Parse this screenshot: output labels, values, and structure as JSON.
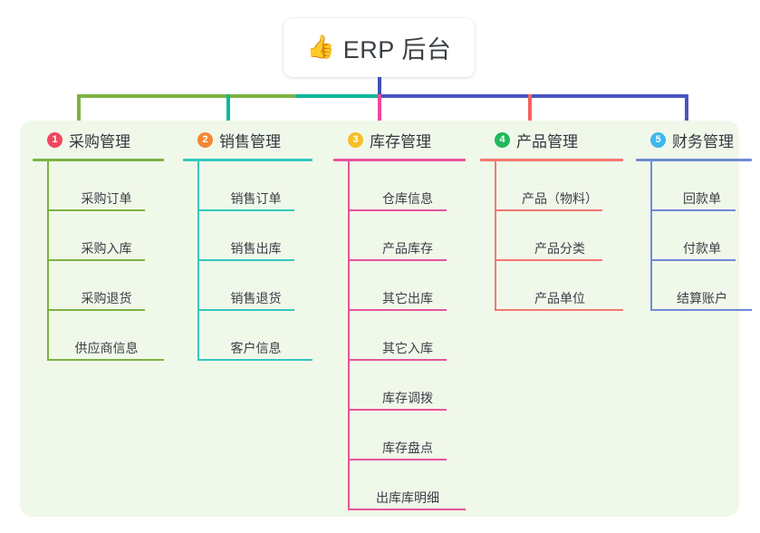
{
  "root": {
    "icon": "thumbs-up-icon",
    "icon_glyph": "👍",
    "title": "ERP 后台"
  },
  "theme": {
    "canvas_bg": "#ffffff",
    "board_bg": "#f0f8ea",
    "card_bg": "#ffffff",
    "text": "#3b4046",
    "stem": "#3f51b5",
    "bus_left": "#7cb342",
    "bus_mid": "#0bb99a",
    "bus_right": "#4a55c4"
  },
  "columns": [
    {
      "index": "1",
      "badge_color": "#f0475f",
      "accent": "#7cb342",
      "title": "采购管理",
      "items": [
        "采购订单",
        "采购入库",
        "采购退货",
        "供应商信息"
      ]
    },
    {
      "index": "2",
      "badge_color": "#f58733",
      "accent": "#33c8bd",
      "title": "销售管理",
      "items": [
        "销售订单",
        "销售出库",
        "销售退货",
        "客户信息"
      ]
    },
    {
      "index": "3",
      "badge_color": "#f6bf26",
      "accent": "#e8549a",
      "title": "库存管理",
      "items": [
        "仓库信息",
        "产品库存",
        "其它出库",
        "其它入库",
        "库存调拨",
        "库存盘点",
        "出库库明细"
      ]
    },
    {
      "index": "4",
      "badge_color": "#22b85e",
      "accent": "#f4786f",
      "title": "产品管理",
      "items": [
        "产品（物料）",
        "产品分类",
        "产品单位"
      ]
    },
    {
      "index": "5",
      "badge_color": "#3eb7ef",
      "accent": "#6f8ad6",
      "title": "财务管理",
      "items": [
        "回款单",
        "付款单",
        "结算账户"
      ]
    }
  ]
}
